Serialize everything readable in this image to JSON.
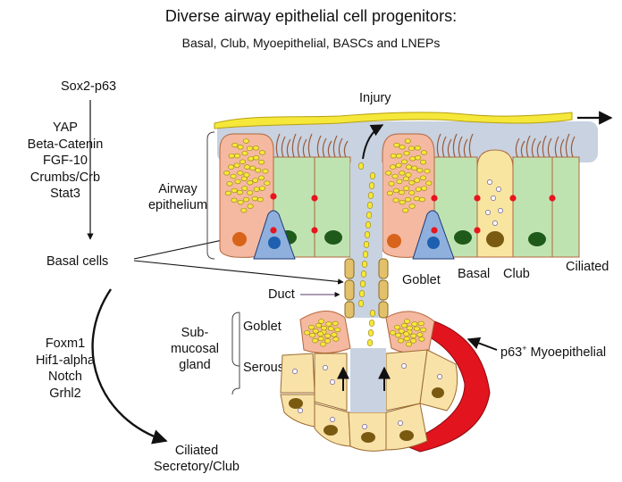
{
  "title": "Diverse airway epithelial cell progenitors:",
  "subtitle": "Basal, Club, Myoepithelial, BASCs and LNEPs",
  "left_column": {
    "origin": "Sox2-p63",
    "factors_top": [
      "YAP",
      "Beta-Catenin",
      "FGF-10",
      "Crumbs/Crb",
      "Stat3"
    ],
    "basal_cells": "Basal cells",
    "factors_bottom": [
      "Foxm1",
      "Hif1-alpha",
      "Notch",
      "Grhl2"
    ],
    "outcome_line1": "Ciliated",
    "outcome_line2": "Secretory/Club"
  },
  "labels": {
    "injury": "Injury",
    "airway_epithelium_line1": "Airway",
    "airway_epithelium_line2": "epithelium",
    "goblet": "Goblet",
    "basal": "Basal",
    "club": "Club",
    "ciliated": "Ciliated",
    "duct": "Duct",
    "submucosal_line1": "Sub-",
    "submucosal_line2": "mucosal",
    "submucosal_line3": "gland",
    "gland_goblet": "Goblet",
    "serous": "Serous",
    "myoepithelial_prefix": "p63",
    "myoepithelial_sup": "+",
    "myoepithelial_suffix": " Myoepithelial"
  },
  "colors": {
    "mucus": "#f5e83a",
    "lumen": "#c8d2e0",
    "goblet_cell": "#f4b9a0",
    "ciliated_cell": "#bfe3b0",
    "club_cell": "#f8e6a0",
    "basal_cell": "#8fb0dc",
    "basal_nucleus": "#1f5fb0",
    "ciliated_nucleus": "#1f5a1a",
    "club_nucleus": "#7a5a10",
    "goblet_nucleus": "#d8631a",
    "junction": "#e8141e",
    "myoepithelial": "#e2141e",
    "serous_cell": "#f8e2a8",
    "cilia": "#9a5a3a"
  }
}
